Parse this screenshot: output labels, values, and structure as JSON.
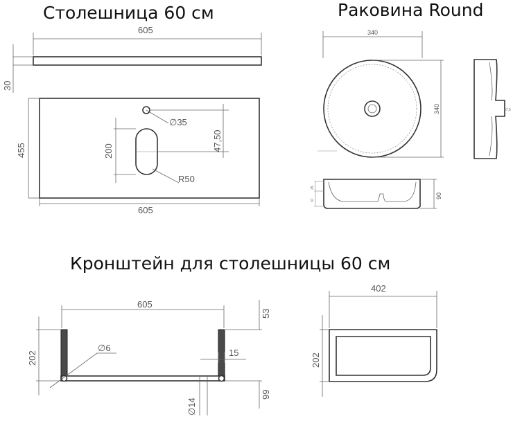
{
  "titles": {
    "countertop": "Столешница 60 см",
    "sink": "Раковина Round",
    "bracket": "Кронштейн для столешницы 60 см"
  },
  "countertop": {
    "dim_width_top": "605",
    "dim_thickness": "30",
    "dim_depth": "455",
    "dim_width_bottom": "605",
    "dim_hole_diameter": "∅35",
    "dim_slot_length": "200",
    "dim_hole_offset": "47,50",
    "dim_slot_radius": "R50"
  },
  "sink": {
    "dim_diameter_top": "340",
    "dim_diameter_side": "340",
    "dim_height": "90"
  },
  "bracket": {
    "dim_width": "605",
    "dim_height": "202",
    "dim_top": "53",
    "dim_pin_diameter": "∅6",
    "dim_offset": "15",
    "dim_bottom": "99",
    "dim_tube_diameter": "∅14",
    "dim_side_width": "402",
    "dim_side_height": "202"
  },
  "colors": {
    "line": "#333333",
    "dimension": "#666666",
    "text": "#111111"
  }
}
